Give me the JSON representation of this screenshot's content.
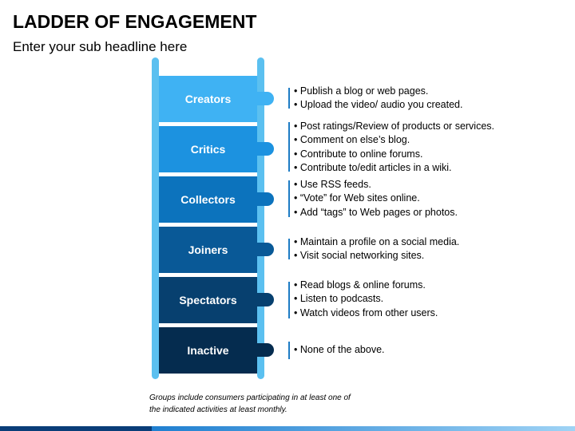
{
  "title": "LADDER OF ENGAGEMENT",
  "subtitle": "Enter your sub headline here",
  "rungs": [
    {
      "label": "Creators",
      "color": "#3fb2f3",
      "items": [
        "Publish a blog or web pages.",
        "Upload the video/ audio you created."
      ]
    },
    {
      "label": "Critics",
      "color": "#1c92e0",
      "items": [
        "Post ratings/Review of products or services.",
        "Comment on else’s blog.",
        "Contribute to online forums.",
        "Contribute to/edit articles in a wiki."
      ]
    },
    {
      "label": "Collectors",
      "color": "#0c73bd",
      "items": [
        "Use RSS feeds.",
        "“Vote” for Web sites online.",
        "Add “tags” to Web pages or photos."
      ]
    },
    {
      "label": "Joiners",
      "color": "#095997",
      "items": [
        "Maintain a profile on a social media.",
        "Visit social networking sites."
      ]
    },
    {
      "label": "Spectators",
      "color": "#07406f",
      "items": [
        "Read blogs & online forums.",
        "Listen to podcasts.",
        "Watch videos from other users."
      ]
    },
    {
      "label": "Inactive",
      "color": "#052c4f",
      "items": [
        "None of the above."
      ]
    }
  ],
  "footnote": "Groups include consumers participating in at least one of the indicated activities at least monthly.",
  "colors": {
    "rail": "#5bc0f0",
    "bracket": "#1e7cc4",
    "bottom_dark": "#0a3d78",
    "bottom_light": "#9fd3f5"
  }
}
